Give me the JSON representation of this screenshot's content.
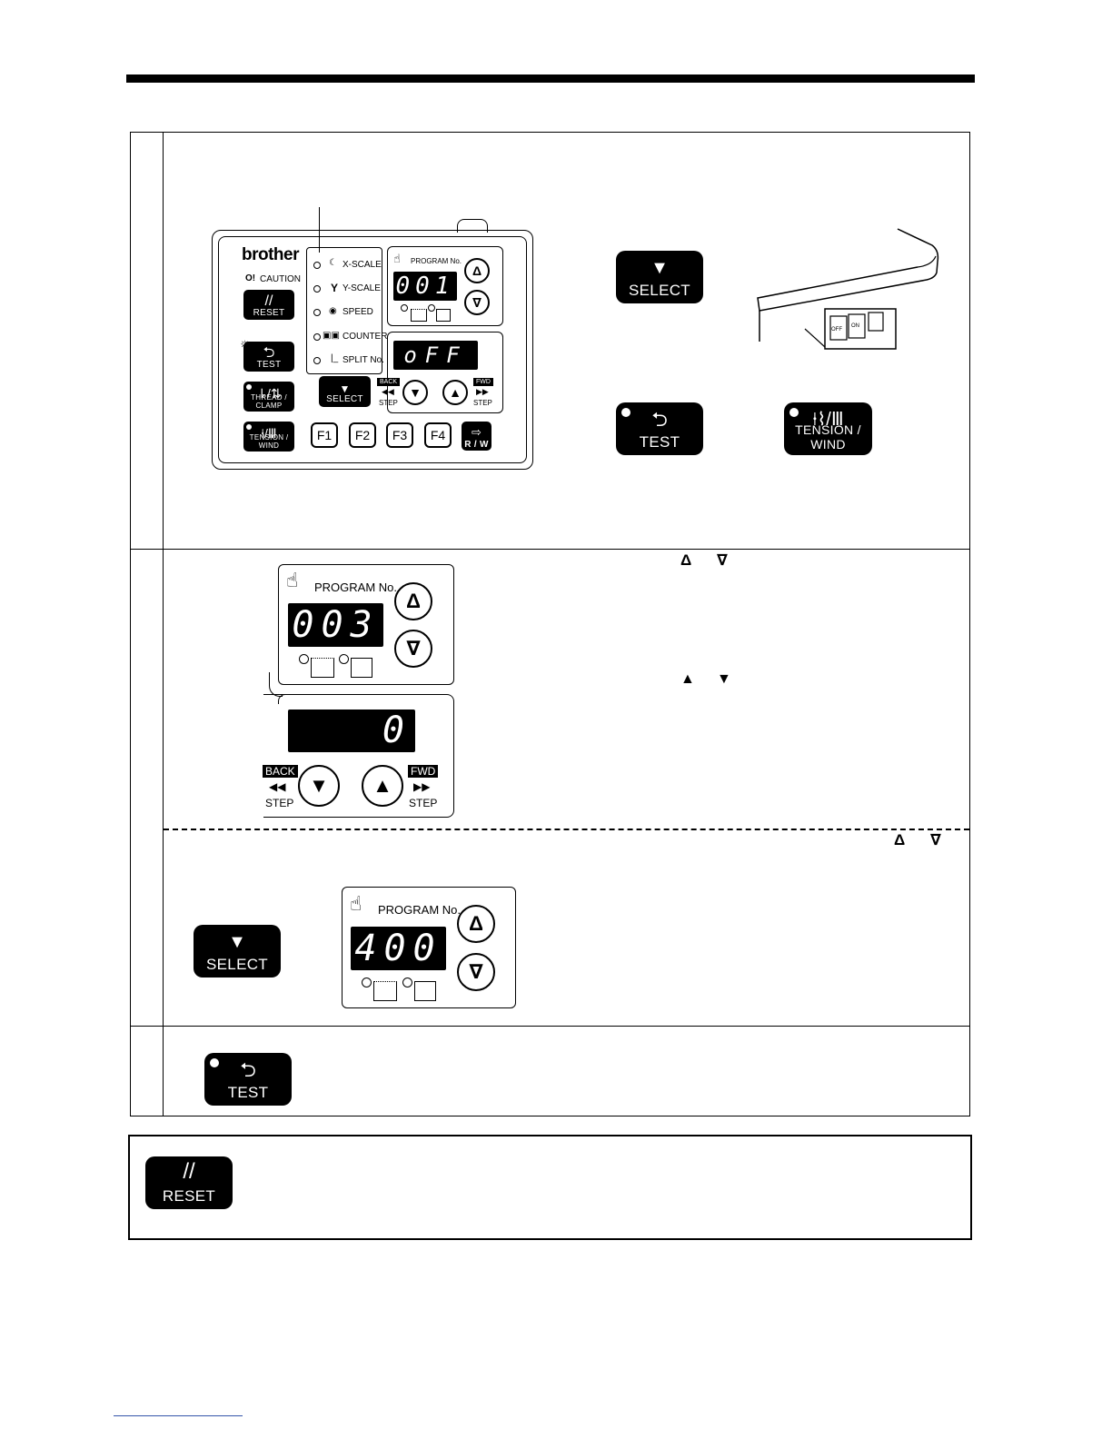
{
  "device_panel": {
    "brand": "brother",
    "caution": "CAUTION",
    "reset": "RESET",
    "test": "TEST",
    "thread_clamp": "THREAD / CLAMP",
    "tension_wind": "TENSION / WIND",
    "x_scale": "X-SCALE",
    "y_scale": "Y-SCALE",
    "speed": "SPEED",
    "counter": "COUNTER",
    "split_no": "SPLIT No.",
    "program_no": "PROGRAM No.",
    "program_value": "001",
    "display_value": "oFF",
    "select": "SELECT",
    "back": "BACK",
    "fwd": "FWD",
    "step": "STEP",
    "f1": "F1",
    "f2": "F2",
    "f3": "F3",
    "f4": "F4",
    "rw": "R / W"
  },
  "machine": {
    "off": "OFF",
    "on": "ON"
  },
  "keys": {
    "select": "SELECT",
    "test": "TEST",
    "tension_wind": "TENSION / WIND",
    "reset": "RESET"
  },
  "step2": {
    "program_no": "PROGRAM No.",
    "program_value": "003",
    "step_value": "0",
    "back": "BACK",
    "fwd": "FWD",
    "step": "STEP",
    "program_value_2": "400"
  }
}
